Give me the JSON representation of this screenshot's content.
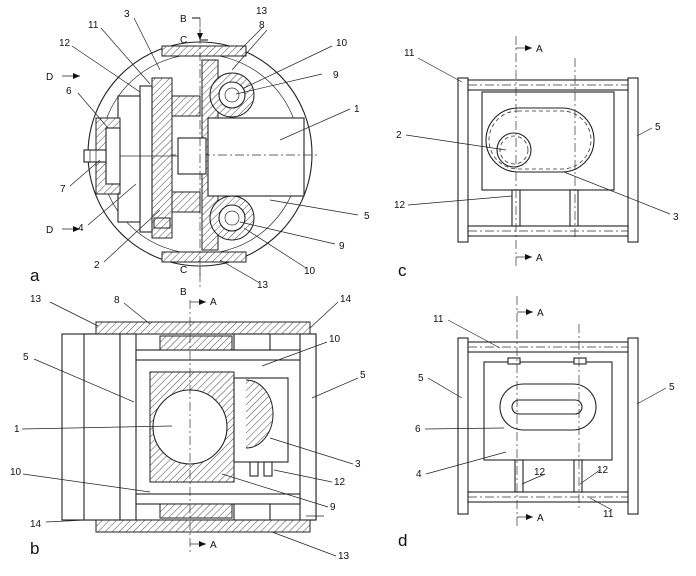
{
  "panels": {
    "a": {
      "label": "a",
      "parts": [
        "13",
        "8",
        "10",
        "9",
        "1",
        "5",
        "9",
        "10",
        "13",
        "3",
        "11",
        "12",
        "6",
        "7",
        "4",
        "2"
      ],
      "sections": [
        "B",
        "C",
        "D",
        "D",
        "C",
        "B"
      ]
    },
    "b": {
      "label": "b",
      "parts": [
        "13",
        "8",
        "14",
        "10",
        "5",
        "5",
        "1",
        "3",
        "12",
        "10",
        "9",
        "14",
        "13"
      ],
      "sections": [
        "A",
        "A"
      ]
    },
    "c": {
      "label": "c",
      "parts": [
        "11",
        "5",
        "2",
        "12",
        "3"
      ],
      "sections": [
        "A",
        "A"
      ]
    },
    "d": {
      "label": "d",
      "parts": [
        "11",
        "5",
        "5",
        "6",
        "4",
        "12",
        "12",
        "11"
      ],
      "sections": [
        "A",
        "A"
      ]
    }
  }
}
